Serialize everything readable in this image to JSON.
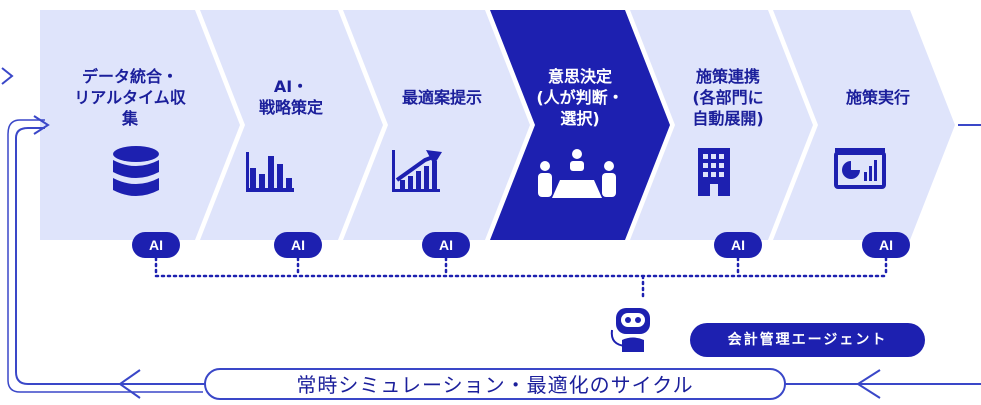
{
  "steps": [
    {
      "label": "データ統合・\nリアルタイム収集",
      "icon": "database-icon",
      "ai": "AI"
    },
    {
      "label": "AI・\n戦略策定",
      "icon": "bar-chart-icon",
      "ai": "AI"
    },
    {
      "label": "最適案提示",
      "icon": "trend-chart-icon",
      "ai": "AI"
    },
    {
      "label": "意思決定\n(人が判断・\n選択)",
      "icon": "meeting-icon",
      "ai": ""
    },
    {
      "label": "施策連携\n(各部門に\n自動展開)",
      "icon": "building-icon",
      "ai": "AI"
    },
    {
      "label": "施策実行",
      "icon": "dashboard-icon",
      "ai": "AI"
    }
  ],
  "agent": {
    "label": "会計管理エージェント",
    "icon": "robot-icon"
  },
  "cycle": {
    "label": "常時シミュレーション・最適化のサイクル"
  },
  "colors": {
    "step_fill": "#dfe4fb",
    "active_fill": "#1d20b0",
    "accent": "#1d20b0",
    "text": "#1b1f9b",
    "line": "#3a47c8"
  }
}
